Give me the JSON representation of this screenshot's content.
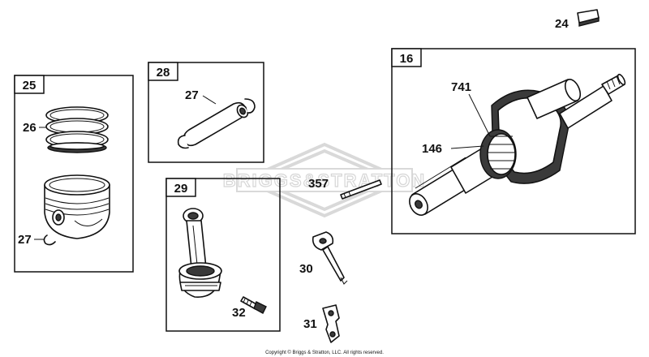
{
  "watermark": {
    "text": "BRIGGS&STRATTON"
  },
  "copyright": "Copyright © Briggs & Stratton, LLC. All rights reserved.",
  "boxes": {
    "piston_assembly": "25",
    "pin_assembly": "28",
    "rod_assembly": "29",
    "crankshaft": "16"
  },
  "callouts": {
    "key": "24",
    "rings": "26",
    "lock_left": "27",
    "lock_pin": "27",
    "gear": "741",
    "gear_lower": "146",
    "plug": "357",
    "dipper": "30",
    "bolt": "32",
    "lock_plate": "31"
  }
}
